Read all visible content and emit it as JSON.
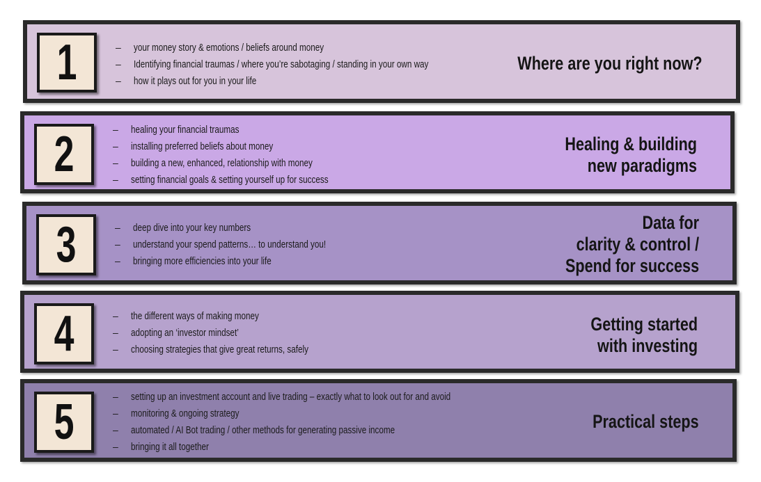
{
  "sections": [
    {
      "number": "1",
      "bullets": [
        "your money story & emotions / beliefs around money",
        "Identifying financial traumas / where you’re sabotaging / standing in your own way",
        "how it plays out for you in your life"
      ],
      "title_lines": [
        "Where are you right now?"
      ],
      "color": "#d7c4db"
    },
    {
      "number": "2",
      "bullets": [
        "healing your financial traumas",
        "installing preferred beliefs about money",
        "building a new, enhanced, relationship with money",
        "setting financial goals & setting yourself up for success"
      ],
      "title_lines": [
        "Healing & building",
        "new paradigms"
      ],
      "color": "#caa8e6"
    },
    {
      "number": "3",
      "bullets": [
        "deep dive into your key numbers",
        "understand your spend patterns… to understand you!",
        "bringing more efficiencies into your life"
      ],
      "title_lines": [
        "Data for",
        "clarity & control /",
        "Spend for success"
      ],
      "color": "#a692c6"
    },
    {
      "number": "4",
      "bullets": [
        "the different ways of making money",
        "adopting an ‘investor mindset’",
        "choosing strategies that give great returns, safely"
      ],
      "title_lines": [
        "Getting started",
        "with investing"
      ],
      "color": "#b6a2cd"
    },
    {
      "number": "5",
      "bullets": [
        "setting up an investment account and live trading – exactly what to look out for and avoid",
        "monitoring & ongoing strategy",
        "automated / AI Bot trading / other methods for generating passive income",
        "bringing it all together"
      ],
      "title_lines": [
        "Practical steps"
      ],
      "color": "#8f80ac"
    }
  ],
  "bullet_marker": "–"
}
